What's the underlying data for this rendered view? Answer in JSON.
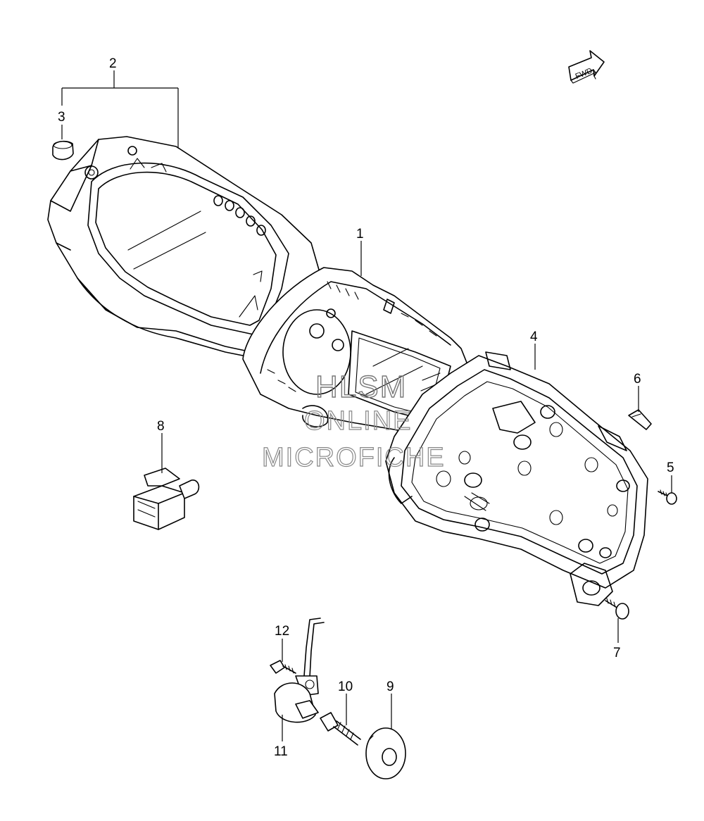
{
  "badge": {
    "text": "FWD"
  },
  "watermark": {
    "line1": "HLSM",
    "line2": "ONLINE",
    "line3": "MICROFICHE"
  },
  "callouts": [
    {
      "id": "1",
      "label": "1"
    },
    {
      "id": "2",
      "label": "2"
    },
    {
      "id": "3",
      "label": "3"
    },
    {
      "id": "4",
      "label": "4"
    },
    {
      "id": "5",
      "label": "5"
    },
    {
      "id": "6",
      "label": "6"
    },
    {
      "id": "7",
      "label": "7"
    },
    {
      "id": "8",
      "label": "8"
    },
    {
      "id": "9",
      "label": "9"
    },
    {
      "id": "10",
      "label": "10"
    },
    {
      "id": "11",
      "label": "11"
    },
    {
      "id": "12",
      "label": "12"
    }
  ]
}
